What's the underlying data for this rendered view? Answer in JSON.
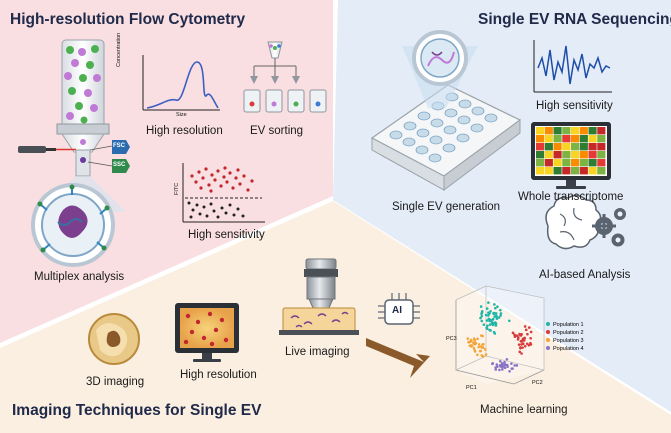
{
  "panels": {
    "flow": {
      "title": "High-resolution Flow Cytometry",
      "color": "#f9dfe1",
      "captions": {
        "high_resolution": "High resolution",
        "ev_sorting": "EV sorting",
        "high_sensitivity": "High sensitivity",
        "multiplex": "Multiplex analysis"
      },
      "chart_axis": {
        "y": "Concentration",
        "x": "Size"
      },
      "detectors": {
        "fsc": "FSC",
        "ssc": "SSC"
      },
      "scatter_axis": "FITC"
    },
    "rna": {
      "title": "Single EV RNA Sequencing",
      "color": "#e3ecf7",
      "captions": {
        "high_sensitivity": "High sensitivity",
        "whole_transcriptome": "Whole transcriptome",
        "generation": "Single EV generation",
        "ai": "AI-based Analysis"
      }
    },
    "imaging": {
      "title": "Imaging Techniques for Single EV",
      "color": "#fbefe1",
      "captions": {
        "imaging_3d": "3D imaging",
        "high_resolution": "High resolution",
        "live": "Live  imaging",
        "ml": "Machine learning"
      },
      "ai_chip": "AI",
      "legend": [
        "Population 1",
        "Population 2",
        "Population 3",
        "Population 4"
      ],
      "axes": {
        "pc1": "PC1",
        "pc2": "PC2",
        "pc3": "PC3"
      }
    }
  },
  "colors": {
    "pop1": "#1fb5a7",
    "pop2": "#d73b3b",
    "pop3": "#f4a43a",
    "pop4": "#8b73c6",
    "title": "#202a4a"
  }
}
